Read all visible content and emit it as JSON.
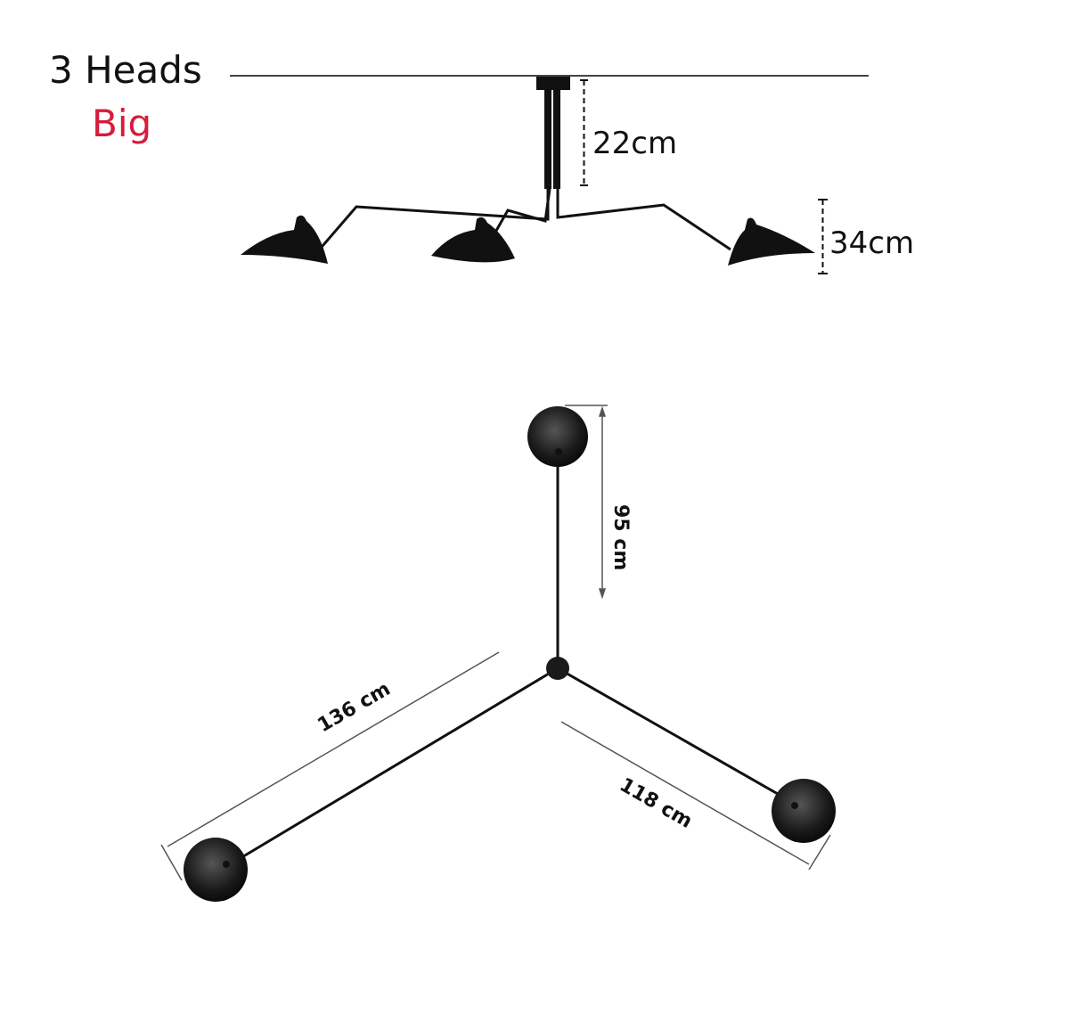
{
  "header": {
    "title": "3 Heads",
    "subtitle": "Big",
    "subtitle_color": "#d81b3c"
  },
  "side_view": {
    "label": "side-elevation",
    "dimensions": {
      "stem_height": "22cm",
      "shade_height": "34cm"
    }
  },
  "top_view": {
    "label": "plan-view",
    "dimensions": {
      "top_arm": "95 cm",
      "left_arm": "136 cm",
      "right_arm": "118 cm"
    }
  },
  "colors": {
    "lamp": "#111111",
    "dimension_line": "#555555",
    "ceiling_line": "#444444"
  }
}
